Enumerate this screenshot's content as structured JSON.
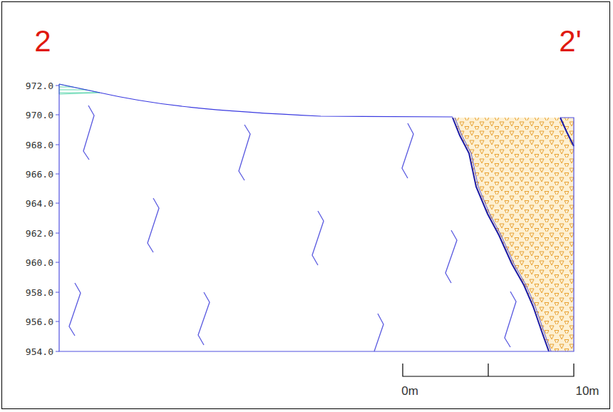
{
  "diagram": {
    "labels": [
      "2",
      "2'",
      "972.0",
      "970.0",
      "968.0",
      "966.0",
      "964.0",
      "962.0",
      "960.0",
      "958.0",
      "956.0",
      "954.0",
      "0m",
      "10m"
    ]
  }
}
